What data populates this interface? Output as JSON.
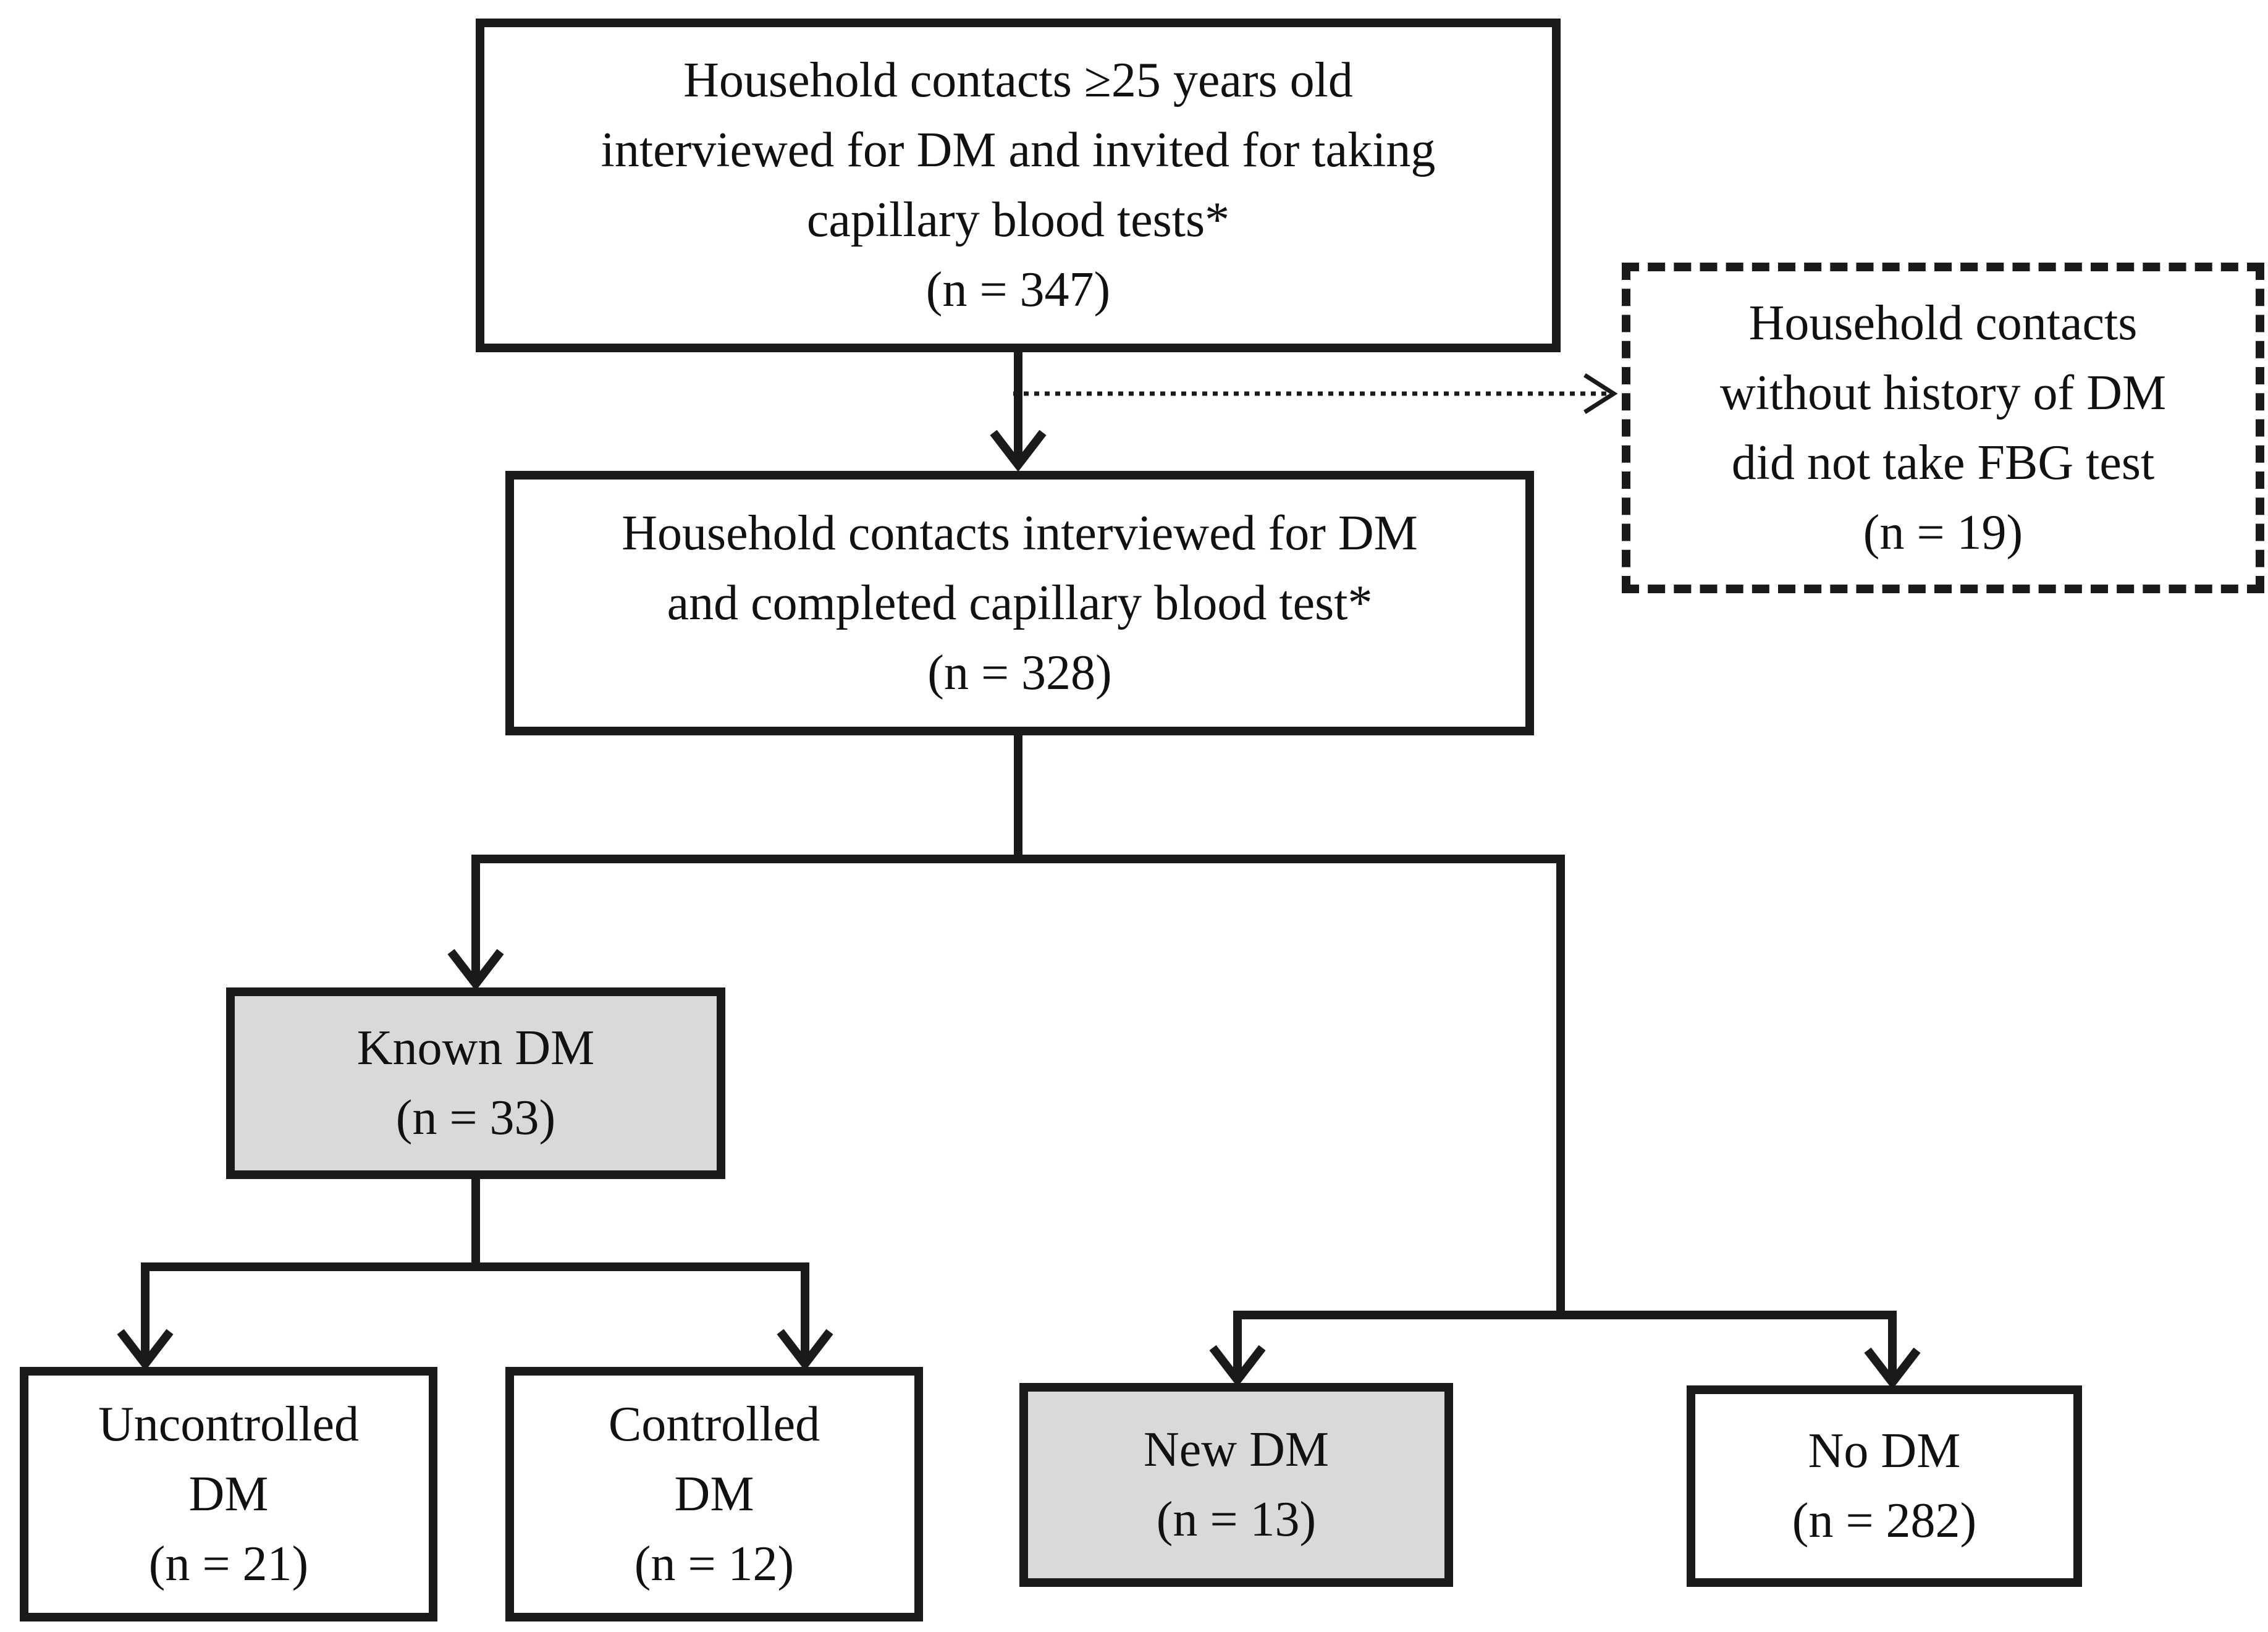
{
  "diagram": {
    "boxes": {
      "top": {
        "lines": [
          "Household contacts ≥25 years old",
          "interviewed for DM and invited for taking",
          "capillary blood tests*"
        ],
        "count": "(n = 347)"
      },
      "excluded": {
        "lines": [
          "Household contacts",
          "without history of DM",
          "did not take FBG test"
        ],
        "count": "(n = 19)"
      },
      "completed": {
        "lines": [
          "Household contacts interviewed for DM",
          "and completed capillary blood test*"
        ],
        "count": "(n = 328)"
      },
      "known_dm": {
        "lines": [
          "Known DM"
        ],
        "count": "(n = 33)"
      },
      "uncontrolled_dm": {
        "lines": [
          "Uncontrolled",
          "DM"
        ],
        "count": "(n = 21)"
      },
      "controlled_dm": {
        "lines": [
          "Controlled",
          "DM"
        ],
        "count": "(n = 12)"
      },
      "new_dm": {
        "lines": [
          "New DM"
        ],
        "count": "(n = 13)"
      },
      "no_dm": {
        "lines": [
          "No DM"
        ],
        "count": "(n = 282)"
      }
    },
    "colors": {
      "stroke": "#1a1a1a",
      "shaded_fill": "#d9d9d9",
      "plain_fill": "#ffffff"
    }
  }
}
